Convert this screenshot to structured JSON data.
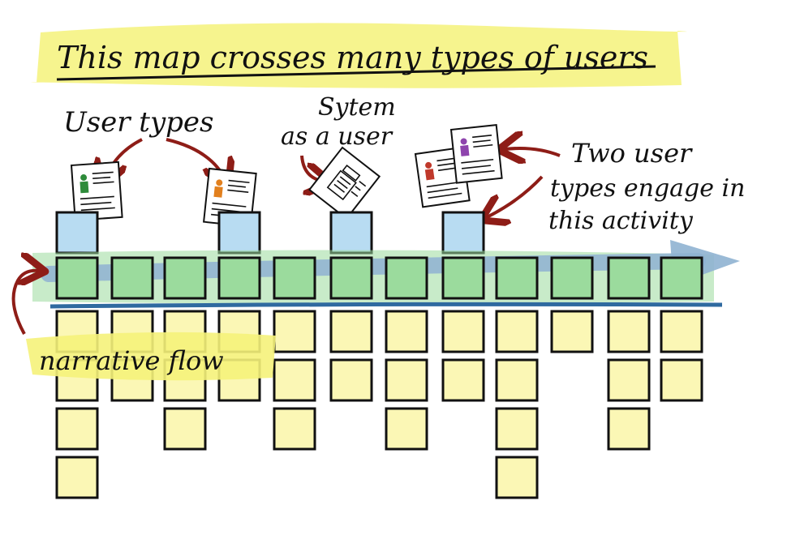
{
  "title": "This map crosses many types of users",
  "labels": {
    "user_types": "User types",
    "system_user_line1": "Sytem",
    "system_user_line2": "as a user",
    "two_users_line1": "Two user",
    "two_users_line2": "types engage in",
    "two_users_line3": "this activity",
    "narrative_flow": "narrative flow"
  },
  "colors": {
    "highlighter_yellow": "#f5f27a",
    "sticky_yellow": "#fbf7b5",
    "activity_green": "#9bdb9d",
    "user_blue": "#b8dcf2",
    "flow_arrow_blue": "#8fb2d2",
    "divider_blue": "#2f6aa0",
    "arrow_red": "#8e1d17",
    "outline": "#111111"
  },
  "story_map": {
    "user_cards_over_columns": [
      1,
      4,
      6,
      8
    ],
    "backbone_columns": 12,
    "story_rows_per_column": [
      4,
      2,
      3,
      2,
      3,
      2,
      3,
      2,
      4,
      1,
      3,
      2
    ]
  }
}
